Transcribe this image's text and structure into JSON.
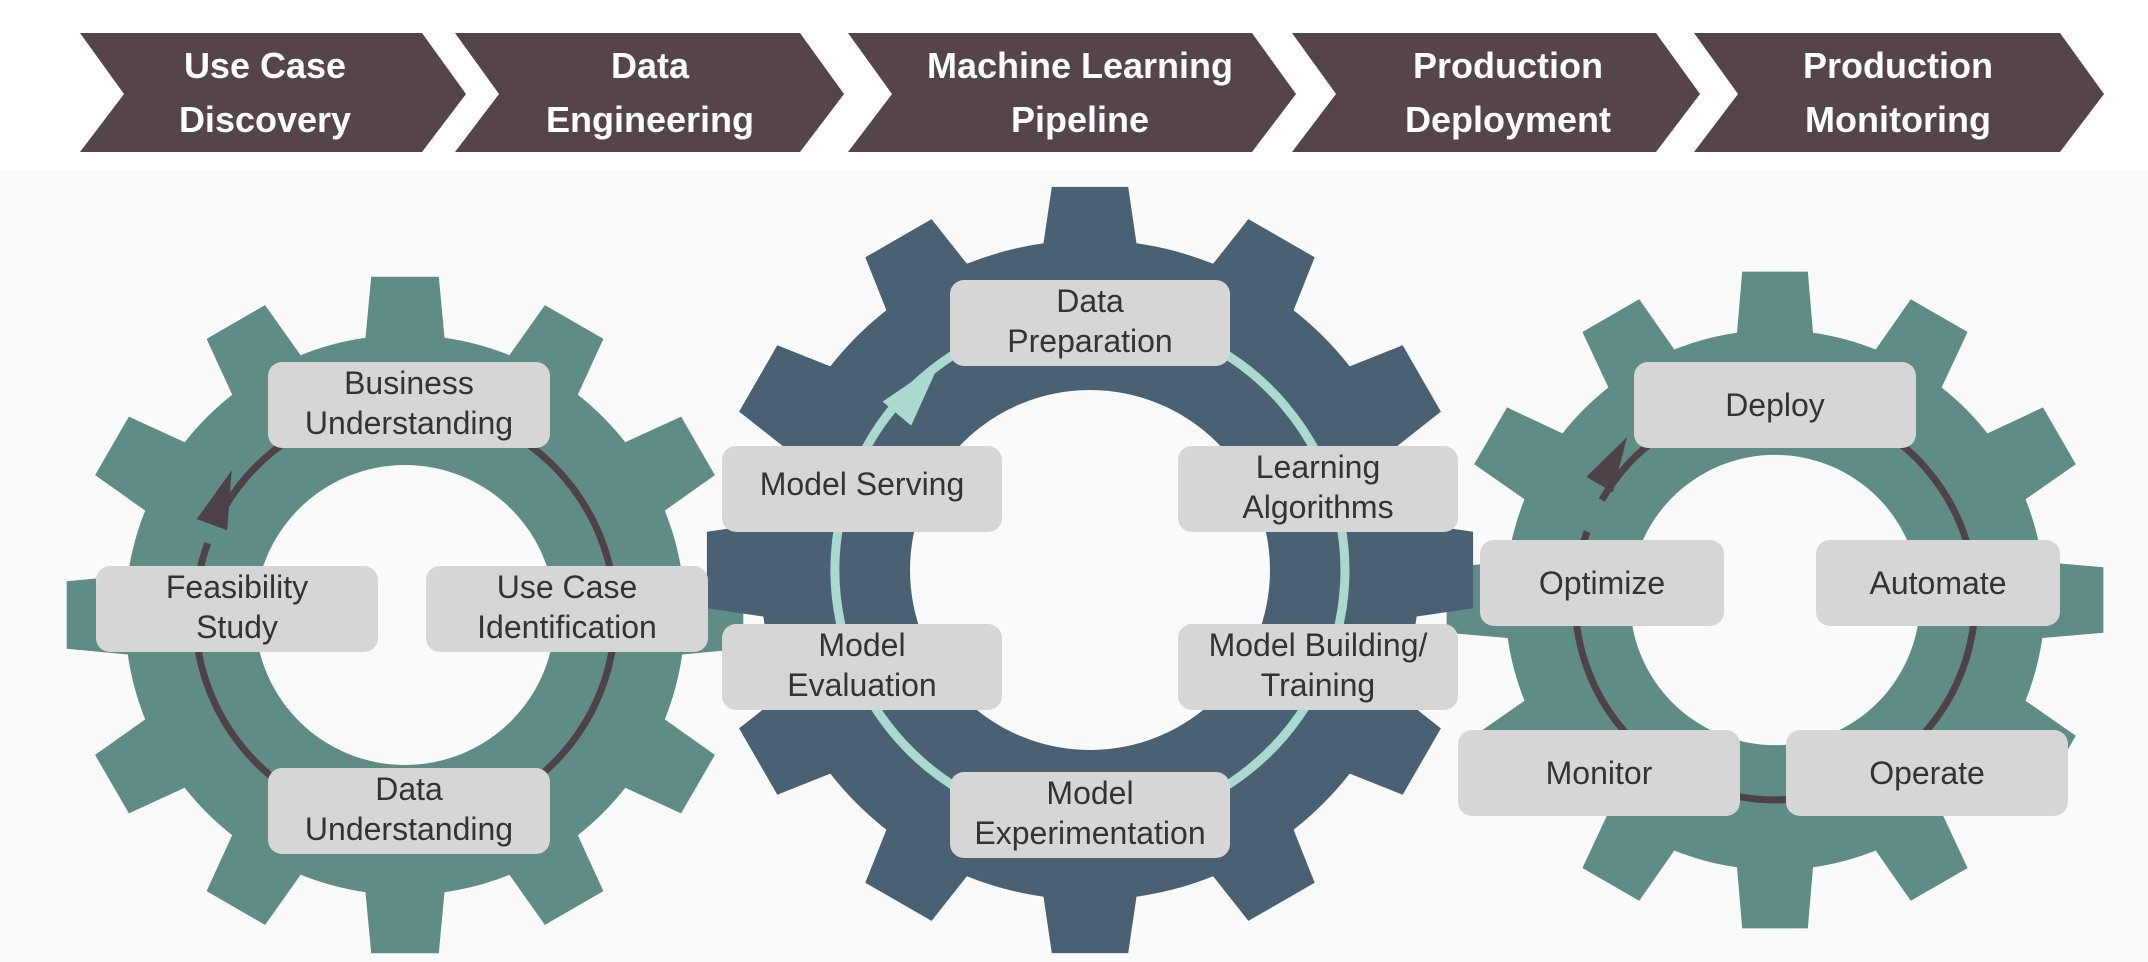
{
  "colors": {
    "chevron": "#56444c",
    "gear_left": "#5f8d86",
    "gear_center": "#4a6174",
    "gear_right": "#5f8d86",
    "ring_left": "#4e4248",
    "ring_center": "#a9d9cf",
    "ring_right": "#4e4248",
    "label_box": "#d6d6d6",
    "label_text": "#333333"
  },
  "stages": [
    {
      "line1": "Use Case",
      "line2": "Discovery"
    },
    {
      "line1": "Data",
      "line2": "Engineering"
    },
    {
      "line1": "Machine Learning",
      "line2": "Pipeline"
    },
    {
      "line1": "Production",
      "line2": "Deployment"
    },
    {
      "line1": "Production",
      "line2": "Monitoring"
    }
  ],
  "gears": {
    "left": {
      "icon": "gear-icon",
      "steps": [
        {
          "lines": [
            "Business",
            "Understanding"
          ]
        },
        {
          "lines": [
            "Use Case",
            "Identification"
          ]
        },
        {
          "lines": [
            "Data",
            "Understanding"
          ]
        },
        {
          "lines": [
            "Feasibility",
            "Study"
          ]
        }
      ]
    },
    "center": {
      "icon": "gear-icon",
      "steps": [
        {
          "lines": [
            "Data",
            "Preparation"
          ]
        },
        {
          "lines": [
            "Learning",
            "Algorithms"
          ]
        },
        {
          "lines": [
            "Model Building/",
            "Training"
          ]
        },
        {
          "lines": [
            "Model",
            "Experimentation"
          ]
        },
        {
          "lines": [
            "Model",
            "Evaluation"
          ]
        },
        {
          "lines": [
            "Model Serving"
          ]
        }
      ]
    },
    "right": {
      "icon": "gear-icon",
      "steps": [
        {
          "lines": [
            "Deploy"
          ]
        },
        {
          "lines": [
            "Automate"
          ]
        },
        {
          "lines": [
            "Operate"
          ]
        },
        {
          "lines": [
            "Monitor"
          ]
        },
        {
          "lines": [
            "Optimize"
          ]
        }
      ]
    }
  }
}
